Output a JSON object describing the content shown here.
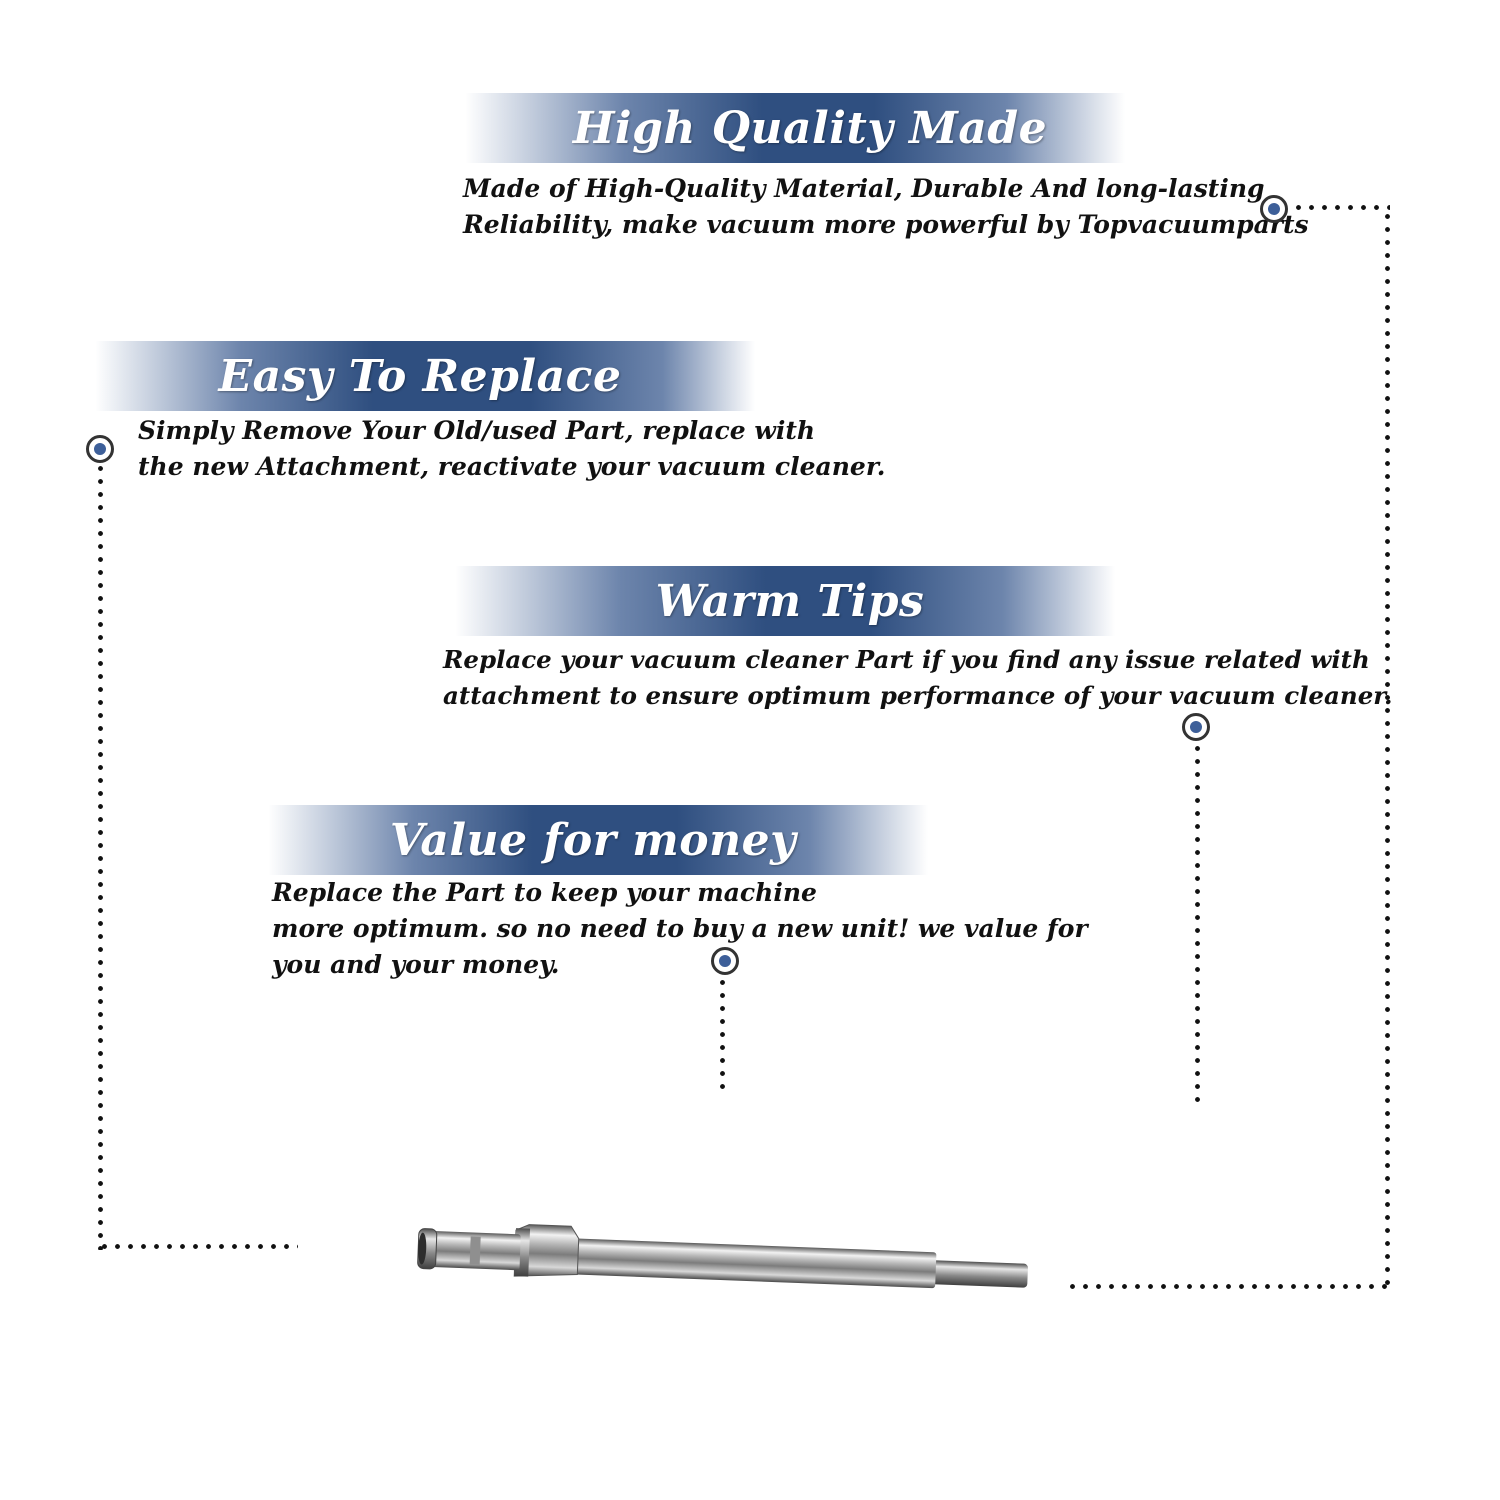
{
  "sections": {
    "high_quality": {
      "title": "High Quality Made",
      "lines": [
        "Made of  High-Quality Material, Durable And long-lasting",
        "Reliability, make vacuum more powerful by Topvacuumparts"
      ]
    },
    "easy_replace": {
      "title": "Easy To Replace",
      "lines": [
        "Simply Remove Your Old/used Part, replace with",
        "the new Attachment, reactivate your vacuum cleaner."
      ]
    },
    "warm_tips": {
      "title": "Warm Tips",
      "lines": [
        "Replace your vacuum cleaner Part if you find any issue related with",
        " attachment to ensure optimum performance of your vacuum cleaner."
      ]
    },
    "value_money": {
      "title": "Value for money",
      "lines": [
        "Replace the Part to keep your machine",
        "more optimum. so no need to buy a new unit! we value for",
        "you and your money."
      ]
    }
  },
  "colors": {
    "banner_blue": "#2f4f80",
    "dot_blue": "#3d5f99",
    "text": "#111111"
  },
  "icons": [
    "callout-dot-icon",
    "vacuum-extension-wand-image"
  ]
}
